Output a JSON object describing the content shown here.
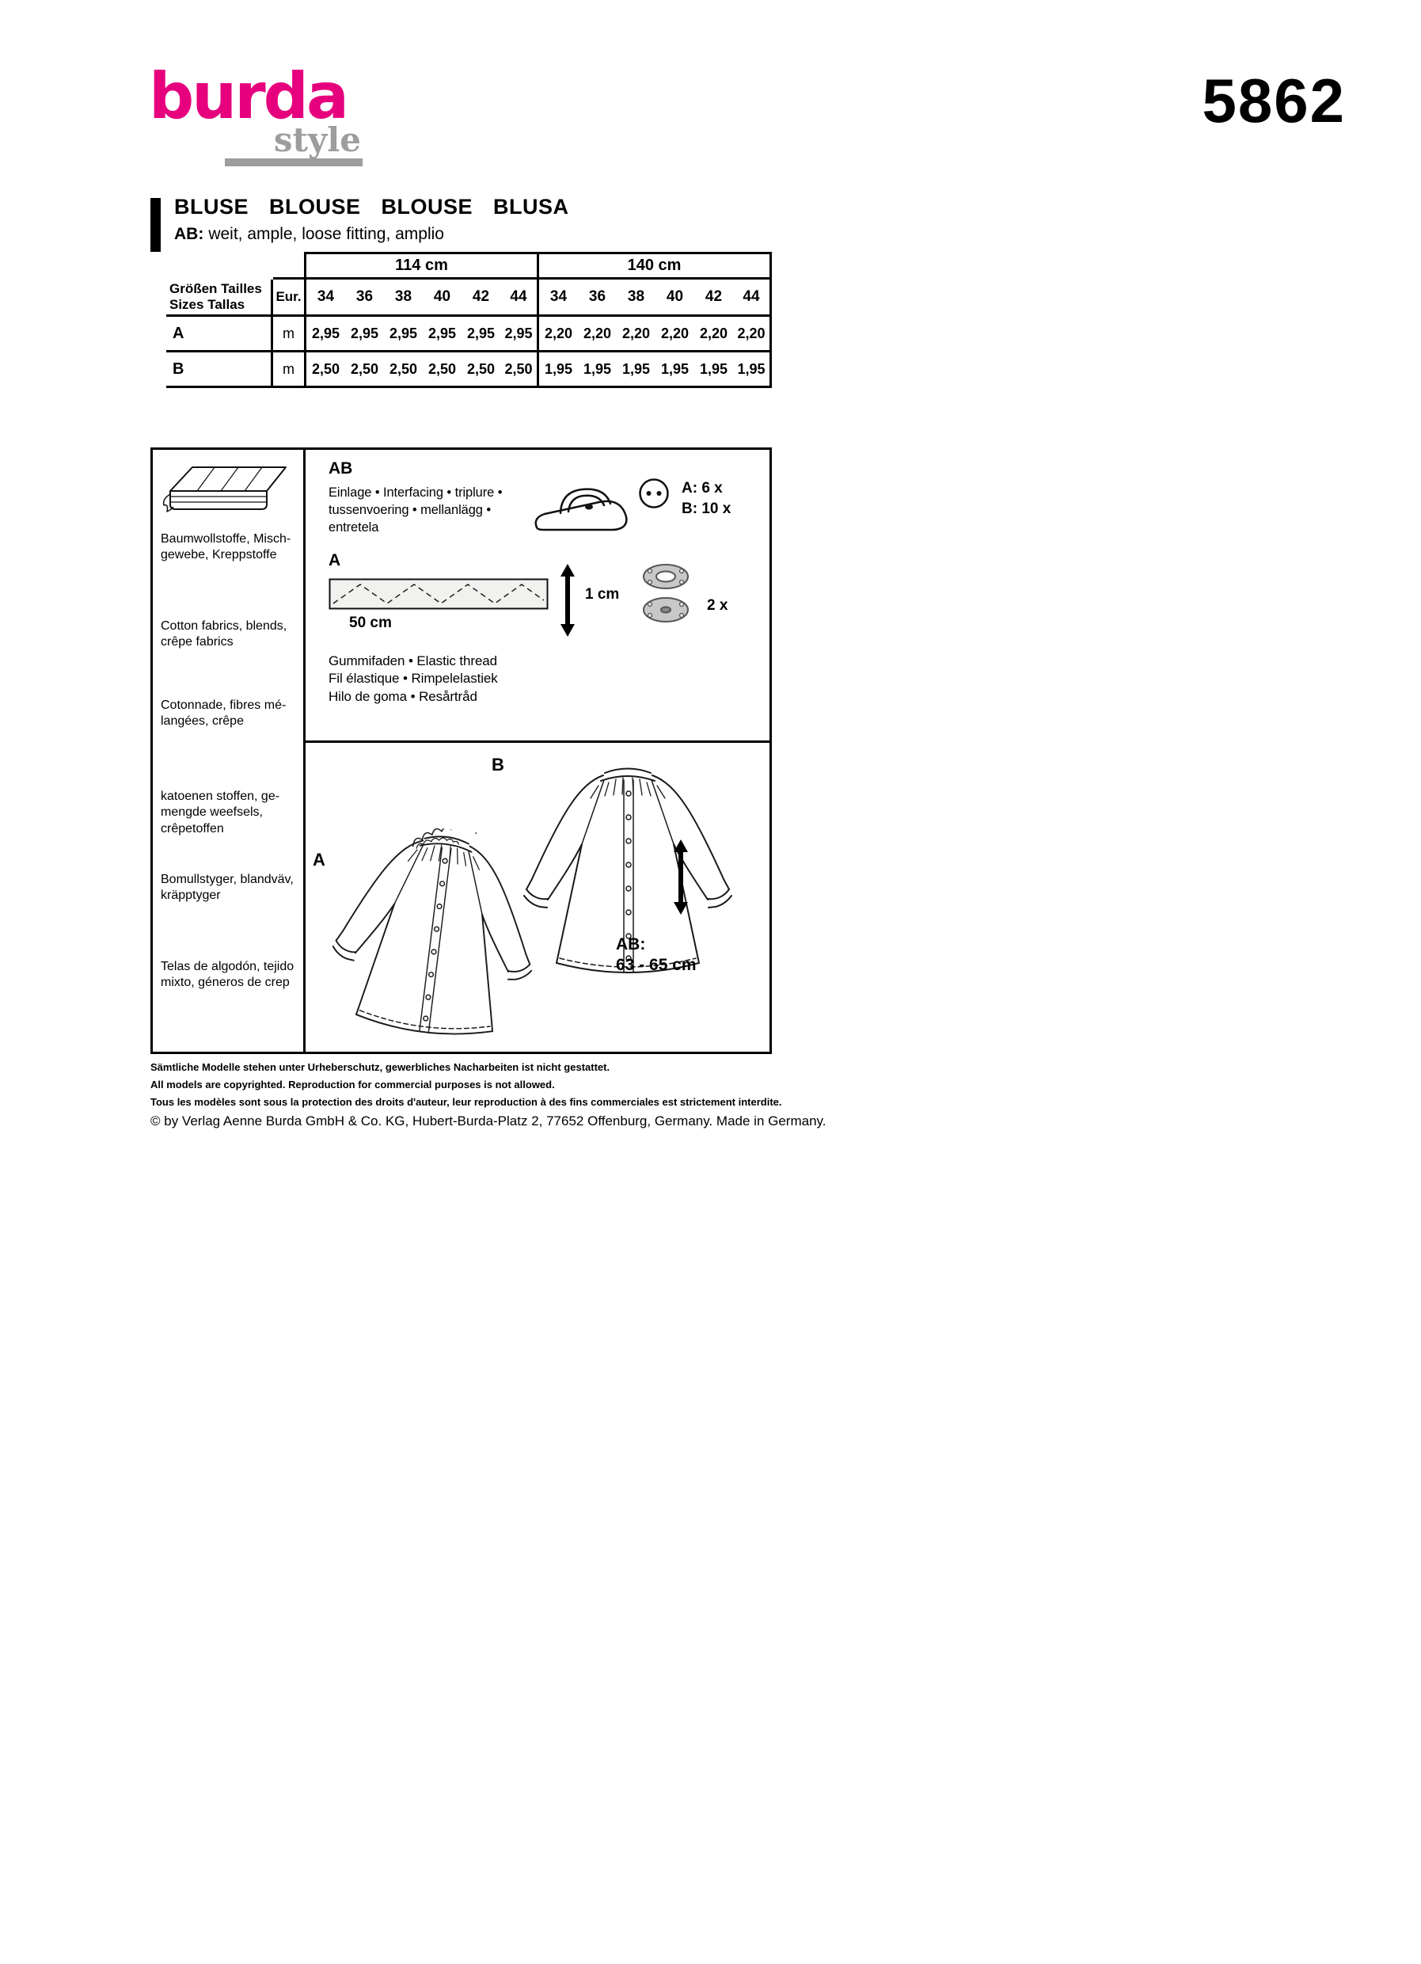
{
  "header": {
    "logo_burda": "burda",
    "logo_style": "style",
    "pattern_number": "5862",
    "brand_pink": "#e6007e",
    "brand_gray": "#9d9d9c"
  },
  "title": {
    "main": "BLUSE BLOUSE BLOUSE BLUSA",
    "sub_prefix": "AB:",
    "sub_rest": "weit, ample, loose fitting, amplio"
  },
  "yardage_table": {
    "fabric_widths": [
      "114 cm",
      "140 cm"
    ],
    "size_label": "Größen Tailles\nSizes Tallas",
    "eur_label": "Eur.",
    "sizes": [
      "34",
      "36",
      "38",
      "40",
      "42",
      "44",
      "34",
      "36",
      "38",
      "40",
      "42",
      "44"
    ],
    "rows": [
      {
        "view": "A",
        "unit": "m",
        "values": [
          "2,95",
          "2,95",
          "2,95",
          "2,95",
          "2,95",
          "2,95",
          "2,20",
          "2,20",
          "2,20",
          "2,20",
          "2,20",
          "2,20"
        ]
      },
      {
        "view": "B",
        "unit": "m",
        "values": [
          "2,50",
          "2,50",
          "2,50",
          "2,50",
          "2,50",
          "2,50",
          "1,95",
          "1,95",
          "1,95",
          "1,95",
          "1,95",
          "1,95"
        ]
      }
    ]
  },
  "fabrics": {
    "items": [
      "Baumwollstoffe, Misch-\ngewebe, Kreppstoffe",
      "Cotton fabrics, blends,\ncrêpe fabrics",
      "Cotonnade, fibres mé-\nlangées, crêpe",
      "katoenen stoffen, ge-\nmengde weefsels,\ncrêpetoffen",
      "Bomullstyger, blandväv,\nkräpptyger",
      "Telas de algodón, tejido\nmixto, géneros de crep"
    ]
  },
  "notions": {
    "ab_label": "AB",
    "interfacing": "Einlage • Interfacing • triplure •\ntussenvoering • mellanlägg •\nentretela",
    "buttons_a": "A: 6 x",
    "buttons_b": "B: 10 x",
    "a_label": "A",
    "interfacing_strip_width": "50 cm",
    "interfacing_strip_height": "1 cm",
    "snaps_count": "2 x",
    "elastic": "Gummifaden • Elastic thread\nFil élastique • Rimpelelastiek\nHilo de goma • Resårtråd"
  },
  "views": {
    "view_a": "A",
    "view_b": "B",
    "length": "AB:\n63 - 65 cm"
  },
  "footer": {
    "lines": [
      "Sämtliche Modelle stehen unter Urheberschutz, gewerbliches Nacharbeiten ist nicht gestattet.",
      "All models are copyrighted. Reproduction for commercial purposes is not allowed.",
      "Tous les modèles sont sous la protection des droits d'auteur, leur reproduction à des fins commerciales est strictement interdite.",
      "© by Verlag Aenne Burda GmbH & Co. KG, Hubert-Burda-Platz 2, 77652 Offenburg, Germany. Made in Germany."
    ]
  },
  "icons": {
    "fabric_bolt": "fabric-bolt-icon",
    "iron": "iron-icon",
    "button": "button-icon",
    "snap_fasteners": "snap-fasteners-icon",
    "double_arrow": "double-arrow-icon"
  }
}
